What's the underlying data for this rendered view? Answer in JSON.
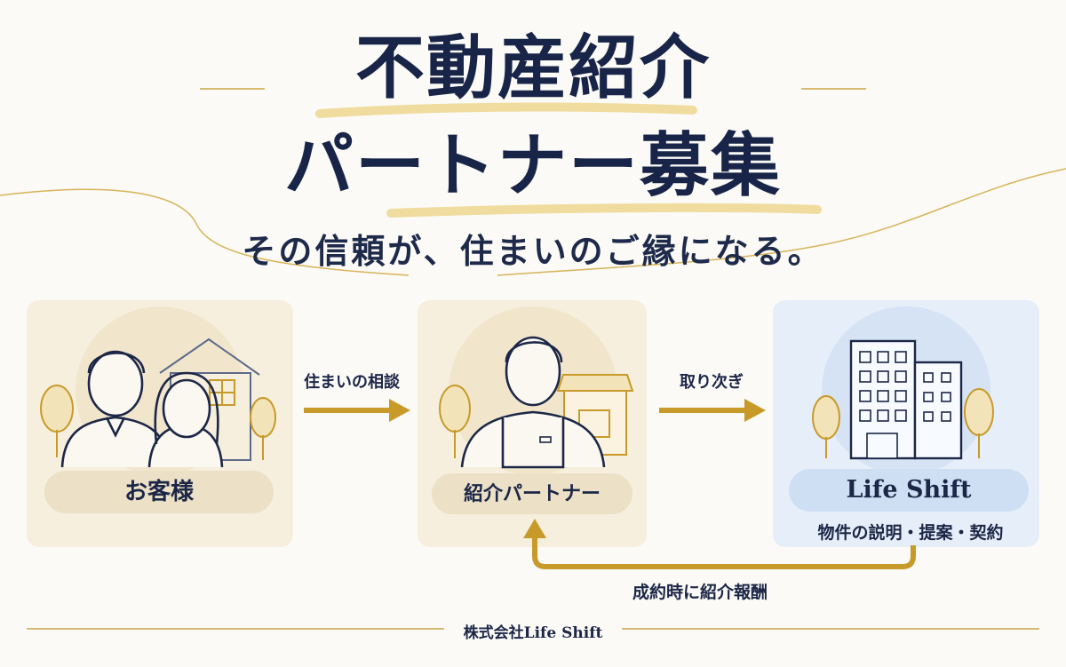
{
  "title_line1": "不動産紹介",
  "title_line2": "パートナー募集",
  "tagline": "その信頼が、住まいのご縁になる。",
  "nodes": {
    "customer": "お客様",
    "partner": "紹介パートナー",
    "company": "Life Shift",
    "company_services": "物件の説明・提案・契約"
  },
  "arrows": {
    "customer_to_partner": "住まいの相談",
    "partner_to_company": "取り次ぎ",
    "company_to_partner": "成約時に紹介報酬"
  },
  "footer": "株式会社Life Shift",
  "colors": {
    "navy": "#182548",
    "gold": "#c79a2a",
    "cream_card": "#f6efde",
    "blue_card": "#e5eef9"
  },
  "icons": [
    "couple-icon",
    "house-icon",
    "tree-icon",
    "shopkeeper-icon",
    "shop-awning-icon",
    "office-building-icon"
  ]
}
